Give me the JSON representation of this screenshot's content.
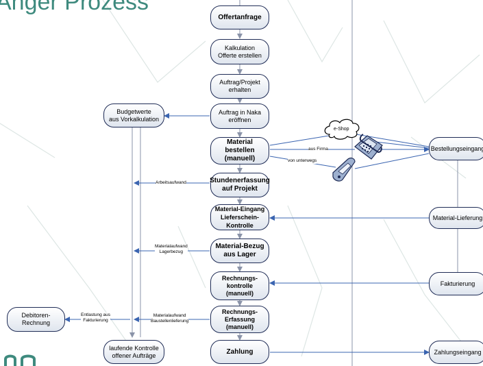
{
  "page_title": "Anger Prozess",
  "colors": {
    "node_border": "#1e2b55",
    "arrow_blue": "#3a64b0",
    "arrow_gray": "#8a93a8",
    "title_teal": "#3e8a7e",
    "watermark": "#dde6e4"
  },
  "main_flow": [
    {
      "id": "offertanfrage",
      "text": "Offertanfrage",
      "bold": true
    },
    {
      "id": "kalkulation",
      "text": "Kalkulation\nOfferte erstellen",
      "bold": false
    },
    {
      "id": "auftrag-projekt",
      "text": "Auftrag/Projekt\nerhalten",
      "bold": false
    },
    {
      "id": "auftrag-naka",
      "text": "Auftrag in Naka\neröffnen",
      "bold": false
    },
    {
      "id": "material-bestellen",
      "text": "Material bestellen\n(manuell)",
      "bold": true
    },
    {
      "id": "stundenerfassung",
      "text": "Stundenerfassung\nauf Projekt",
      "bold": true
    },
    {
      "id": "material-eingang",
      "text": "Material-Eingang\nLieferschein-Kontrolle",
      "bold": true
    },
    {
      "id": "material-bezug",
      "text": "Material-Bezug\naus Lager",
      "bold": true
    },
    {
      "id": "rechnungskontrolle",
      "text": "Rechnungs-\nkontrolle\n(manuell)",
      "bold": true
    },
    {
      "id": "rechnungserfassung",
      "text": "Rechnungs-\nErfassung\n(manuell)",
      "bold": true
    },
    {
      "id": "zahlung",
      "text": "Zahlung",
      "bold": true
    }
  ],
  "left_nodes": {
    "budgetwerte": "Budgetwerte\naus Vorkalkulation",
    "laufende_kontrolle": "laufende Kontrolle\noffener Aufträge",
    "debitoren": "Debitoren-\nRechnung"
  },
  "right_nodes": {
    "bestellungseingang": "Bestellungseingang",
    "material_lieferung": "Material-Lieferung",
    "fakturierung": "Fakturierung",
    "zahlungseingang": "Zahlungseingang"
  },
  "channels": {
    "eshop": "e-Shop",
    "aus_firma": "aus Firma",
    "von_unterwegs": "von unterwegs"
  },
  "labels": {
    "arbeitsaufwand": "Arbeitsaufwand",
    "materialaufwand_lager": "Materialaufwand\nLagerbezug",
    "materialaufwand_baustelle": "Materialaufwand\nBaustellenlieferung",
    "entlastung": "Entlastung aus\nFakturierung"
  }
}
